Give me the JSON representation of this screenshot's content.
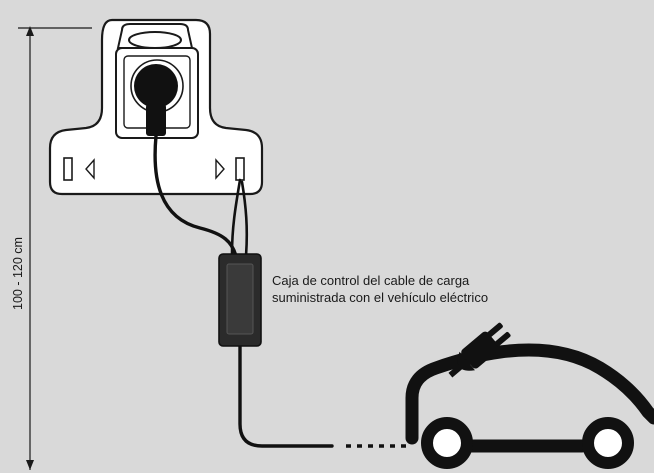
{
  "diagram": {
    "height_label": "100 - 120 cm",
    "control_box_label_line1": "Caja de control del cable de carga",
    "control_box_label_line2": "suministrada con el vehículo eléctrico",
    "colors": {
      "background": "#d9d9d9",
      "outline": "#1a1a1a",
      "panel": "#ffffff",
      "control_box": "#2b2b2b"
    }
  }
}
